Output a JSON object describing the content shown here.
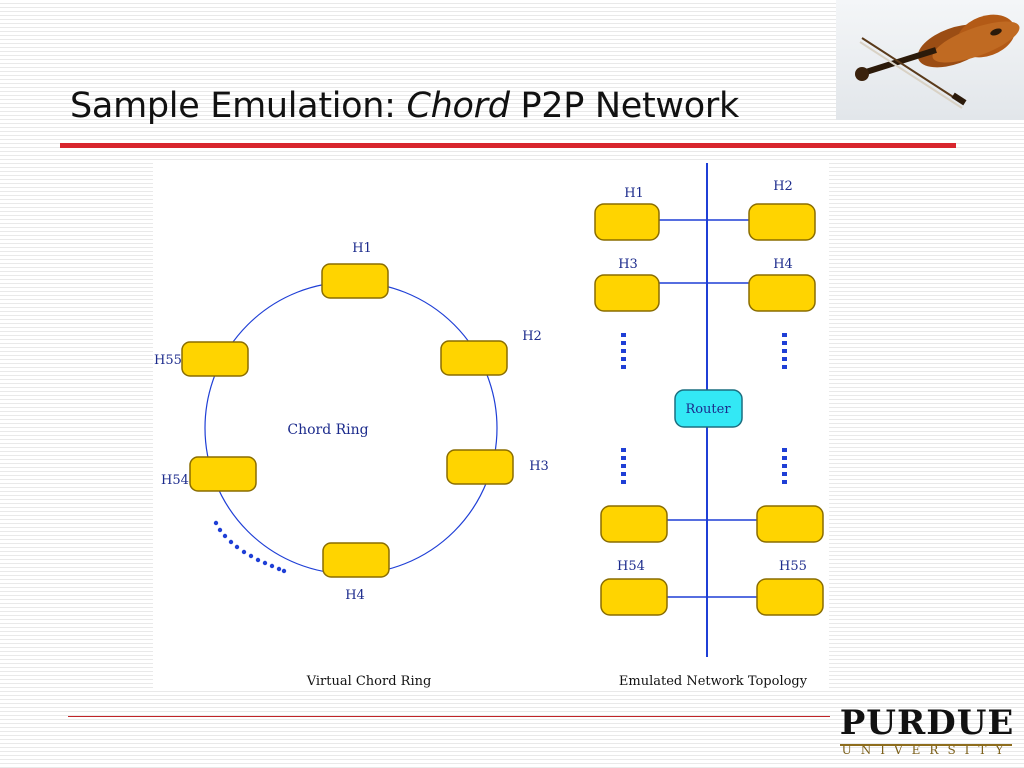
{
  "slide": {
    "title_prefix": "Sample Emulation: ",
    "title_emphasis": "Chord",
    "title_suffix": " P2P Network"
  },
  "ring_diagram": {
    "center_label": "Chord Ring",
    "caption": "Virtual Chord Ring",
    "hosts": [
      "H1",
      "H2",
      "H3",
      "H4",
      "H54",
      "H55"
    ]
  },
  "topology_diagram": {
    "caption": "Emulated Network Topology",
    "router_label": "Router",
    "hosts": [
      "H1",
      "H2",
      "H3",
      "H4",
      "H54",
      "H55"
    ]
  },
  "logo": {
    "name": "PURDUE",
    "subtitle": "UNIVERSITY"
  },
  "colors": {
    "title_rule": "#d8262e",
    "host_fill": "#ffd400",
    "router_fill": "#33e8f5",
    "line": "#1f3fd6",
    "label": "#1c2b8c"
  },
  "icons": [
    "violin-icon"
  ]
}
